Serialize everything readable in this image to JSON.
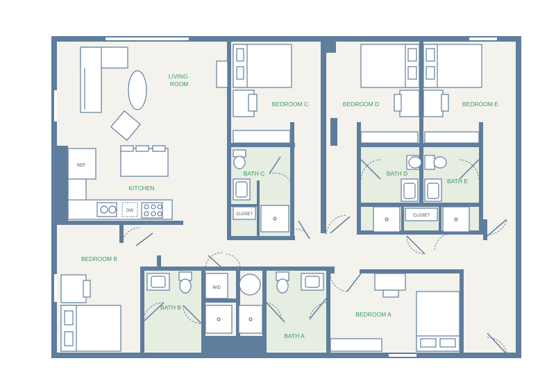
{
  "rooms": {
    "living": "LIVING\nROOM",
    "kitchen": "KITCHEN",
    "bedroom_a": "BEDROOM A",
    "bedroom_b": "BEDROOM B",
    "bedroom_c": "BEDROOM C",
    "bedroom_d": "BEDROOM D",
    "bedroom_e": "BEDROOM E",
    "bath_a": "BATH A",
    "bath_b": "BATH B",
    "bath_c": "BATH C",
    "bath_d": "BATH D",
    "bath_e": "BATH E"
  },
  "fixtures": {
    "ref": "REF",
    "dw": "DW",
    "wd": "W/D",
    "closet_c": "CLOSET",
    "closet_de": "CLOSET"
  },
  "colors": {
    "wall": "#5f7d9c",
    "floor": "#f3f2ed",
    "bath_floor": "#e6ede1",
    "label": "#3a9a62"
  }
}
